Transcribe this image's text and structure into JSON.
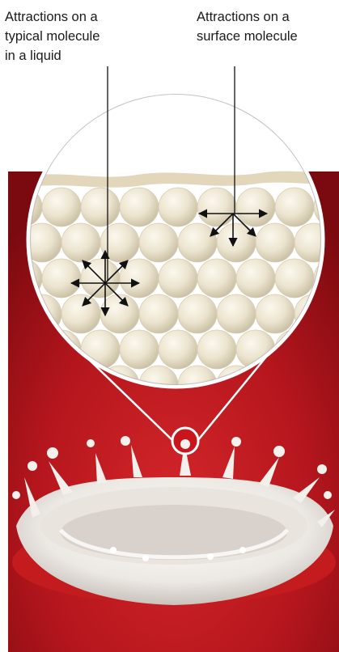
{
  "labels": {
    "typical_molecule": "Attractions on a\ntypical molecule\nin a liquid",
    "surface_molecule": "Attractions on a\nsurface molecule"
  },
  "colors": {
    "background_red": "#a8121a",
    "molecule_cream": "#efe9d6",
    "milk_white": "#f3f1ee",
    "arrow": "#111111"
  },
  "icons": {
    "force_arrows_typical": "eight-direction-arrows",
    "force_arrows_surface": "five-direction-arrows"
  }
}
